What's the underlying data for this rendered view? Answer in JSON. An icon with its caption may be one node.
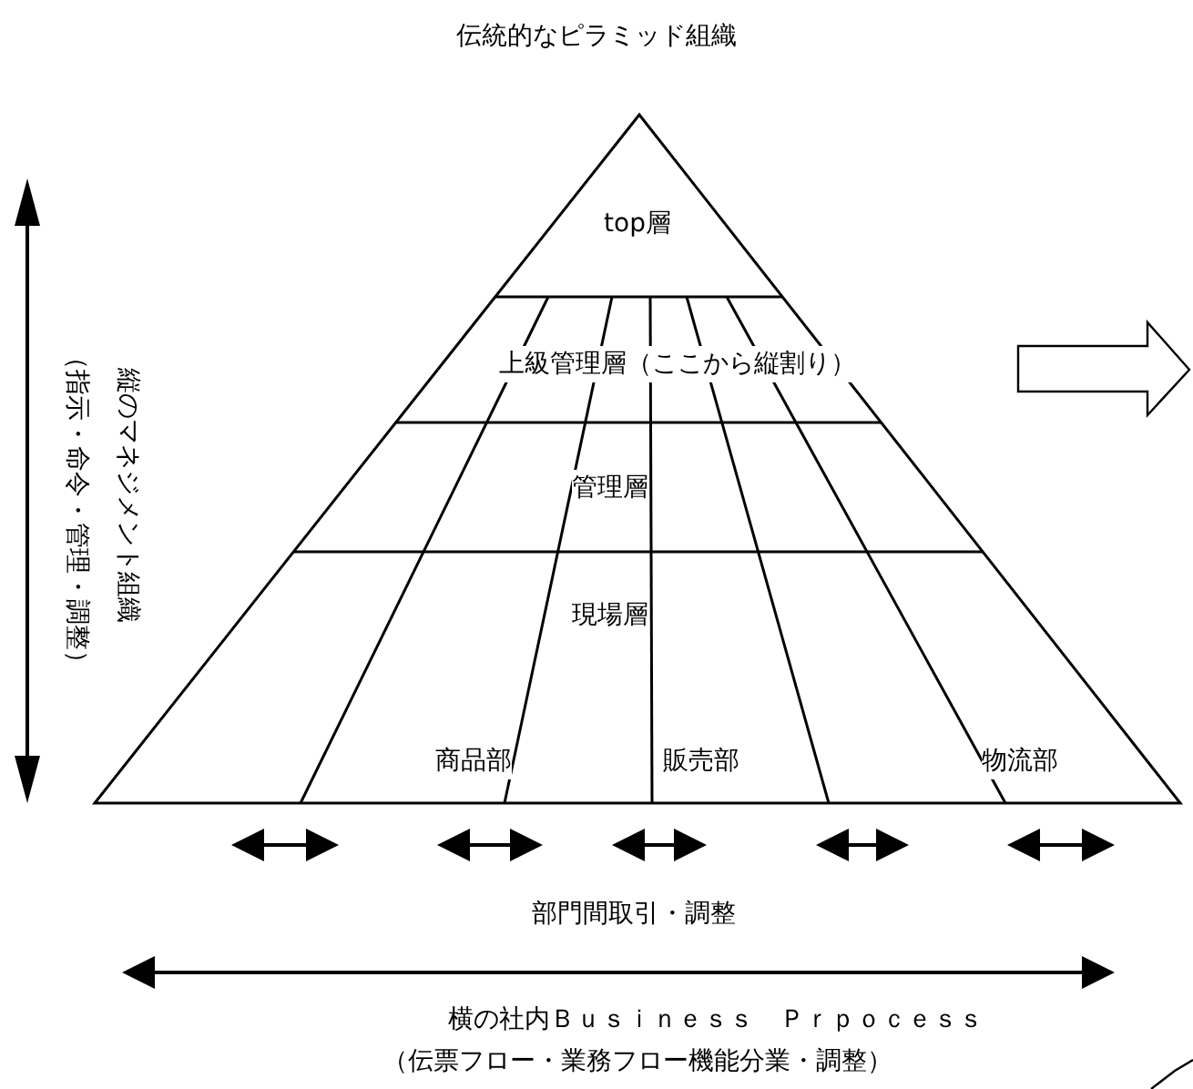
{
  "diagram": {
    "title": "伝統的なピラミッド組織",
    "labels": [
      "top層",
      "上級管理層（ここから縦割り）",
      "縦のマネジメント組織",
      "（指示・命令・管理・調整）",
      "管理層",
      "現場層",
      "商品部",
      "販売部",
      "物流部",
      "部門間取引・調整",
      "横の社内Ｂｕｓｉｎｅｓｓ　Ｐｒｐｏｃｅｓｓ",
      "（伝票フロー・業務フロー機能分業・調整）"
    ]
  }
}
